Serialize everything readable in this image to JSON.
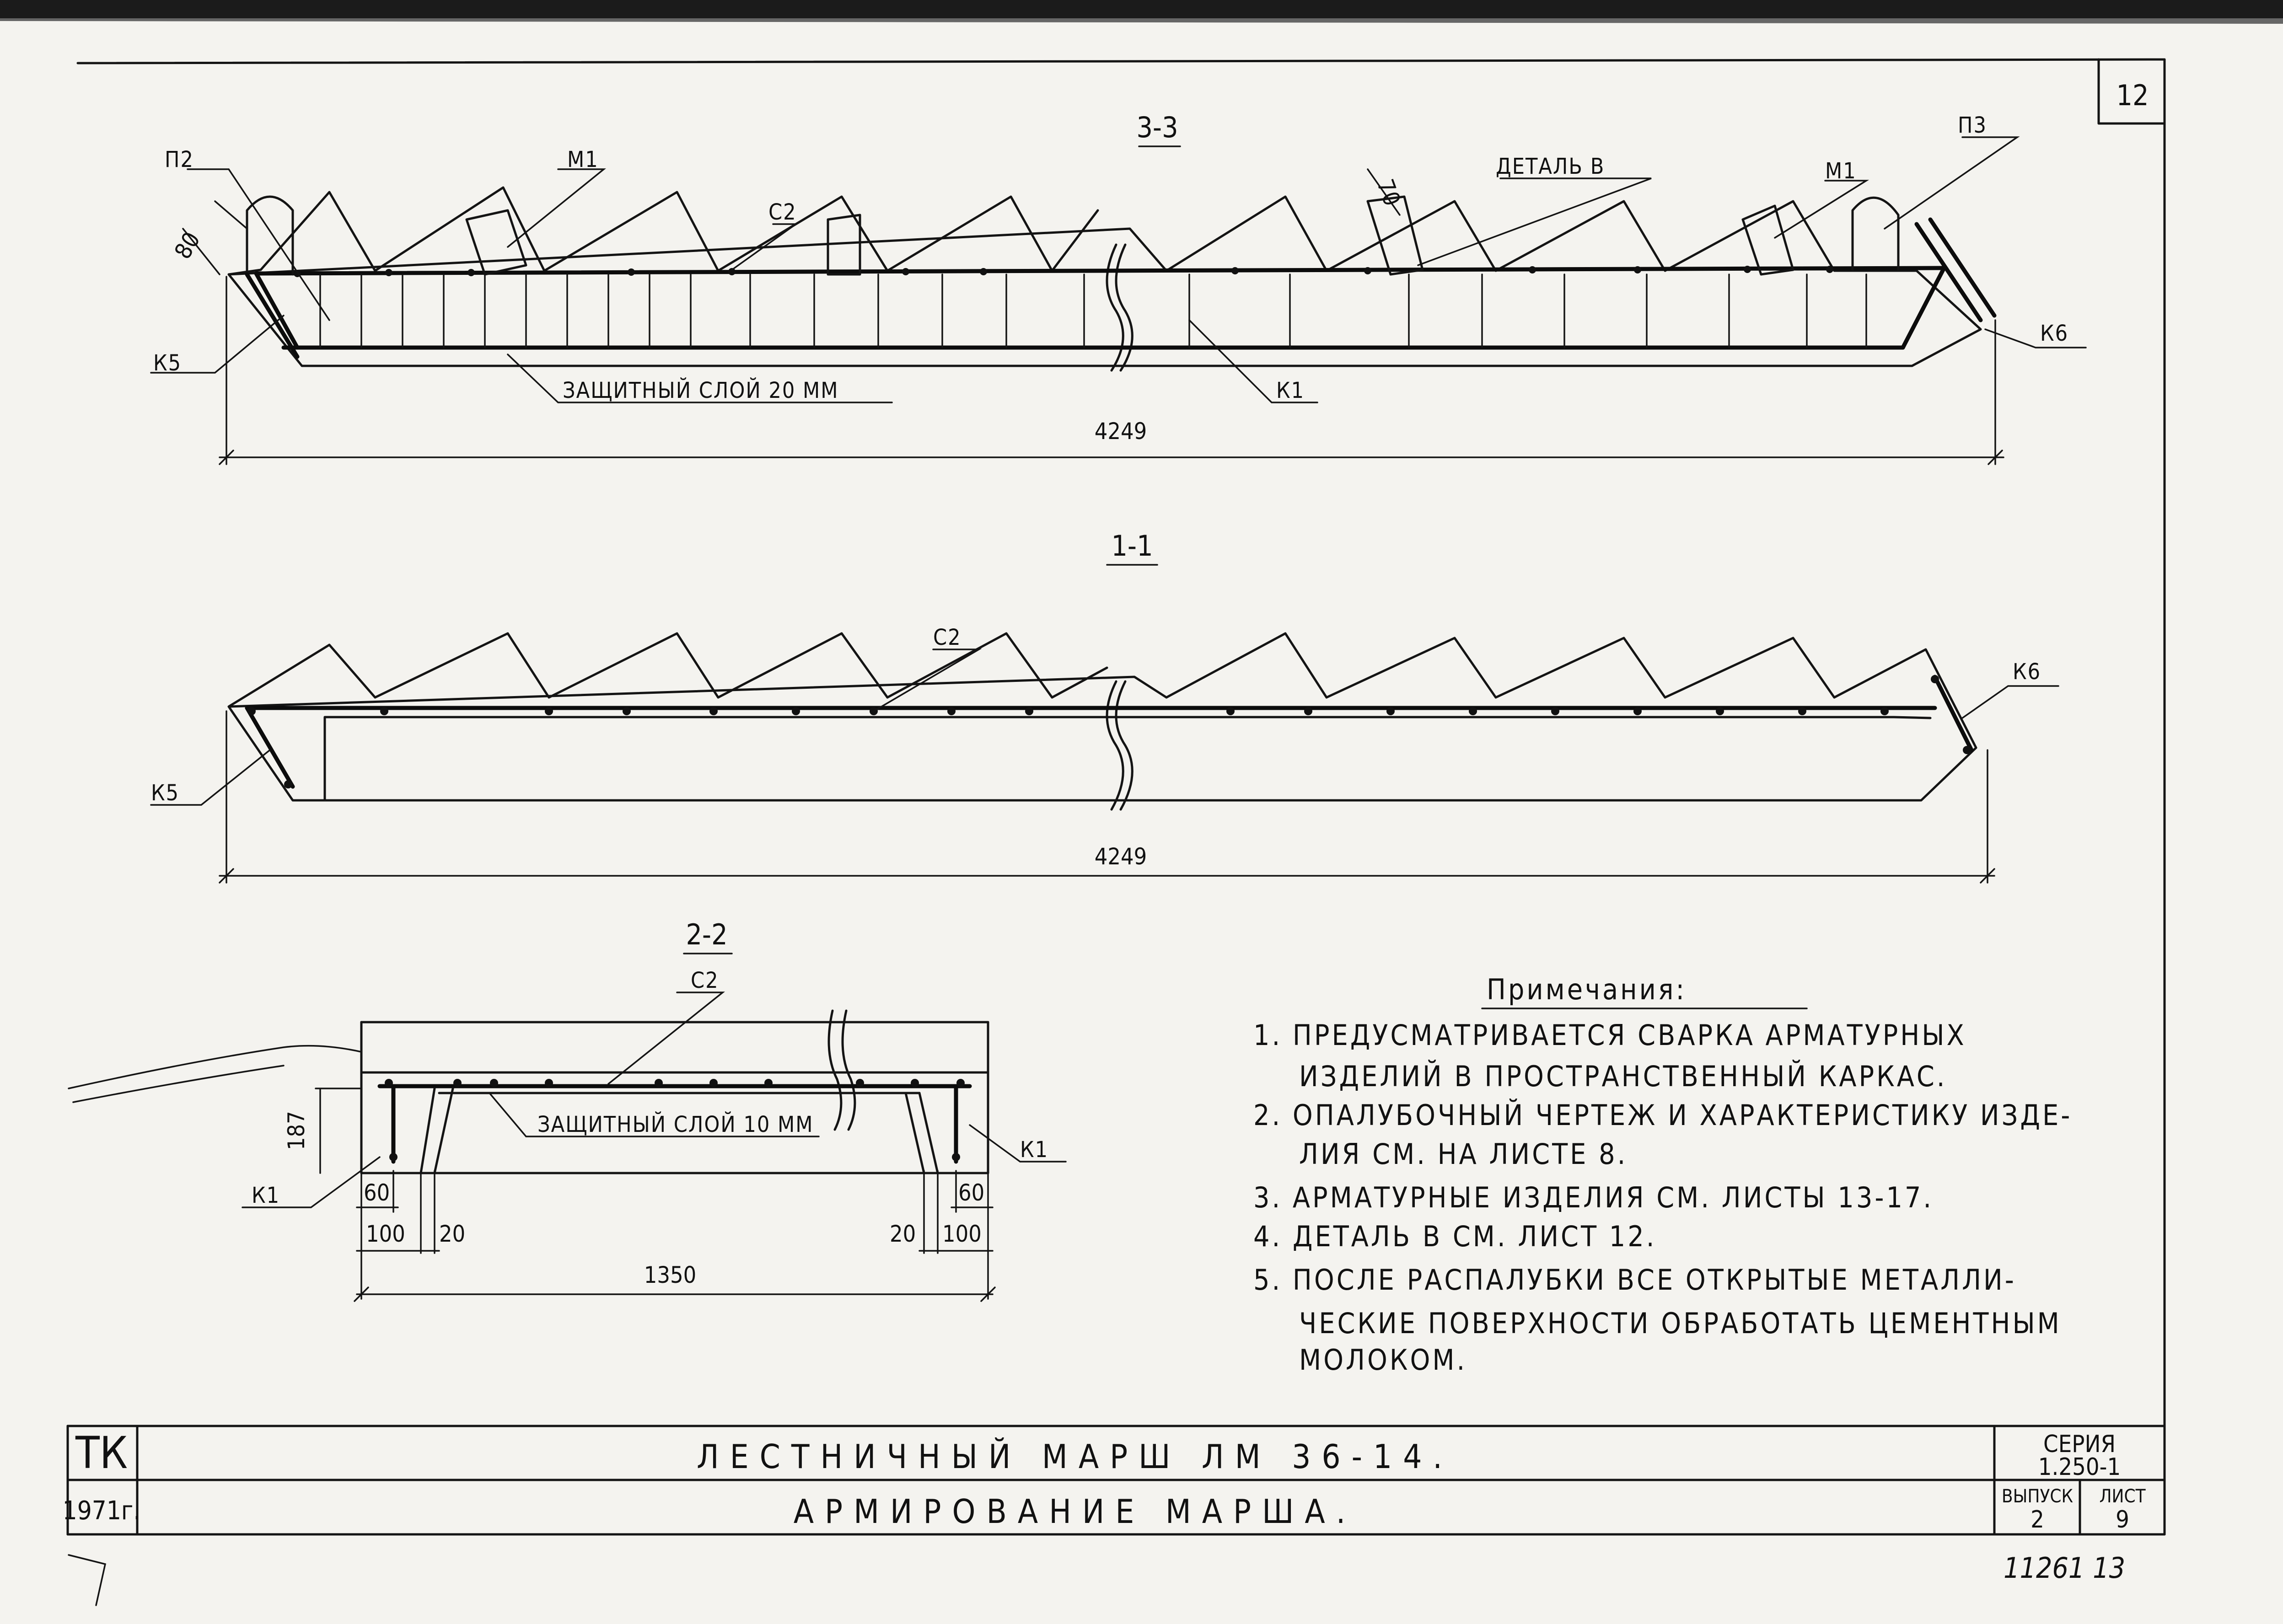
{
  "sheet": {
    "number": "12",
    "code": "11261 13",
    "sections": {
      "s33": {
        "title": "3-3",
        "labels": {
          "p2": "П2",
          "p3": "П3",
          "m1_left": "М1",
          "m1_right": "М1",
          "c2": "С2",
          "detail": "ДЕТАЛЬ В",
          "k5": "К5",
          "k1": "К1",
          "k6": "К6"
        },
        "protective_layer": "ЗАЩИТНЫЙ СЛОЙ 20 ММ",
        "dim_80": "80",
        "dim_70": "70",
        "dim_length": "4249"
      },
      "s11": {
        "title": "1-1",
        "labels": {
          "c2": "С2",
          "k5": "К5",
          "k6": "К6"
        },
        "dim_length": "4249"
      },
      "s22": {
        "title": "2-2",
        "labels": {
          "c2": "С2",
          "k1_left": "К1",
          "k1_right": "К1"
        },
        "protective_layer": "ЗАЩИТНЫЙ СЛОЙ 10 ММ",
        "dims": {
          "h187": "187",
          "l60": "60",
          "l100": "100",
          "l20": "20",
          "r20": "20",
          "r60": "60",
          "r100": "100",
          "width": "1350"
        }
      }
    },
    "notes": {
      "title": "Примечания:",
      "lines": [
        "1. ПРЕДУСМАТРИВАЕТСЯ СВАРКА АРМАТУРНЫХ",
        "ИЗДЕЛИЙ В ПРОСТРАНСТВЕННЫЙ КАРКАС.",
        "2. ОПАЛУБОЧНЫЙ ЧЕРТЕЖ И ХАРАКТЕРИСТИКУ ИЗДЕ-",
        "ЛИЯ СМ. НА ЛИСТЕ 8.",
        "3. АРМАТУРНЫЕ ИЗДЕЛИЯ СМ. ЛИСТЫ 13-17.",
        "4. ДЕТАЛЬ В СМ. ЛИСТ 12.",
        "5. ПОСЛЕ РАСПАЛУБКИ ВСЕ ОТКРЫТЫЕ МЕТАЛЛИ-",
        "ЧЕСКИЕ ПОВЕРХНОСТИ ОБРАБОТАТЬ ЦЕМЕНТНЫМ",
        "МОЛОКОМ."
      ]
    },
    "title_block": {
      "org": "ТК",
      "year": "1971г.",
      "title": "ЛЕСТНИЧНЫЙ МАРШ ЛМ 36-14.",
      "subtitle": "АРМИРОВАНИЕ МАРША.",
      "series_label": "СЕРИЯ",
      "series": "1.250-1",
      "issue_label": "ВЫПУСК",
      "issue": "2",
      "sheet_label": "ЛИСТ",
      "sheet": "9"
    }
  }
}
